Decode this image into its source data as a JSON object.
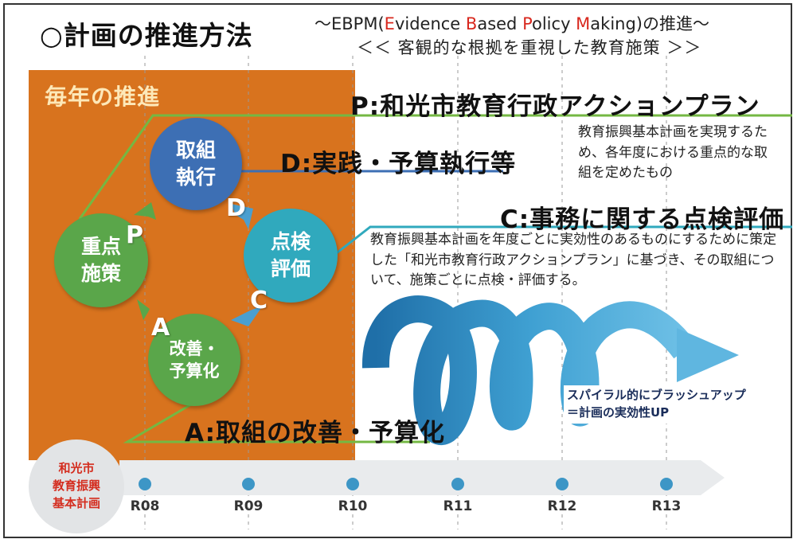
{
  "title": "○計画の推進方法",
  "ebpm": {
    "prefix": "～EBPM(",
    "E": "E",
    "e1": "vidence ",
    "B": "B",
    "e2": "ased ",
    "P": "P",
    "e3": "olicy ",
    "M": "M",
    "e4": "aking)の推進～"
  },
  "subtitle": "＜＜ 客観的な根拠を重視した教育施策 ＞＞",
  "yearly_label": "毎年の推進",
  "cycle": {
    "do": {
      "line1": "取組",
      "line2": "執行",
      "letter": "D"
    },
    "check": {
      "line1": "点検",
      "line2": "評価",
      "letter": "C"
    },
    "act": {
      "line1": "改善・",
      "line2": "予算化",
      "letter": "A"
    },
    "plan": {
      "line1": "重点",
      "line2": "施策",
      "letter": "P"
    }
  },
  "headings": {
    "plan": "P:和光市教育行政アクションプラン",
    "do": "D:実践・予算執行等",
    "check": "C:事務に関する点検評価",
    "act": "A:取組の改善・予算化"
  },
  "descriptions": {
    "plan": "教育振興基本計画を実現するため、各年度における重点的な取組を定めたもの",
    "check": "教育振興基本計画を年度ごとに実効性のあるものにするために策定した「和光市教育行政アクションプラン」に基づき、その取組について、施策ごとに点検・評価する。"
  },
  "spiral_note": {
    "line1": "スパイラル的にブラッシュアップ",
    "line2": "＝計画の実効性UP"
  },
  "base_plan": {
    "line1": "和光市",
    "line2": "教育振興",
    "line3": "基本計画"
  },
  "timeline": [
    "R08",
    "R09",
    "R10",
    "R11",
    "R12",
    "R13"
  ],
  "colors": {
    "orange": "#d8731e",
    "do_blue": "#3d6fb4",
    "check_teal": "#30a9bd",
    "green": "#5aa64a",
    "spiral": "#2f8fc4",
    "accent_red": "#d8281e"
  }
}
